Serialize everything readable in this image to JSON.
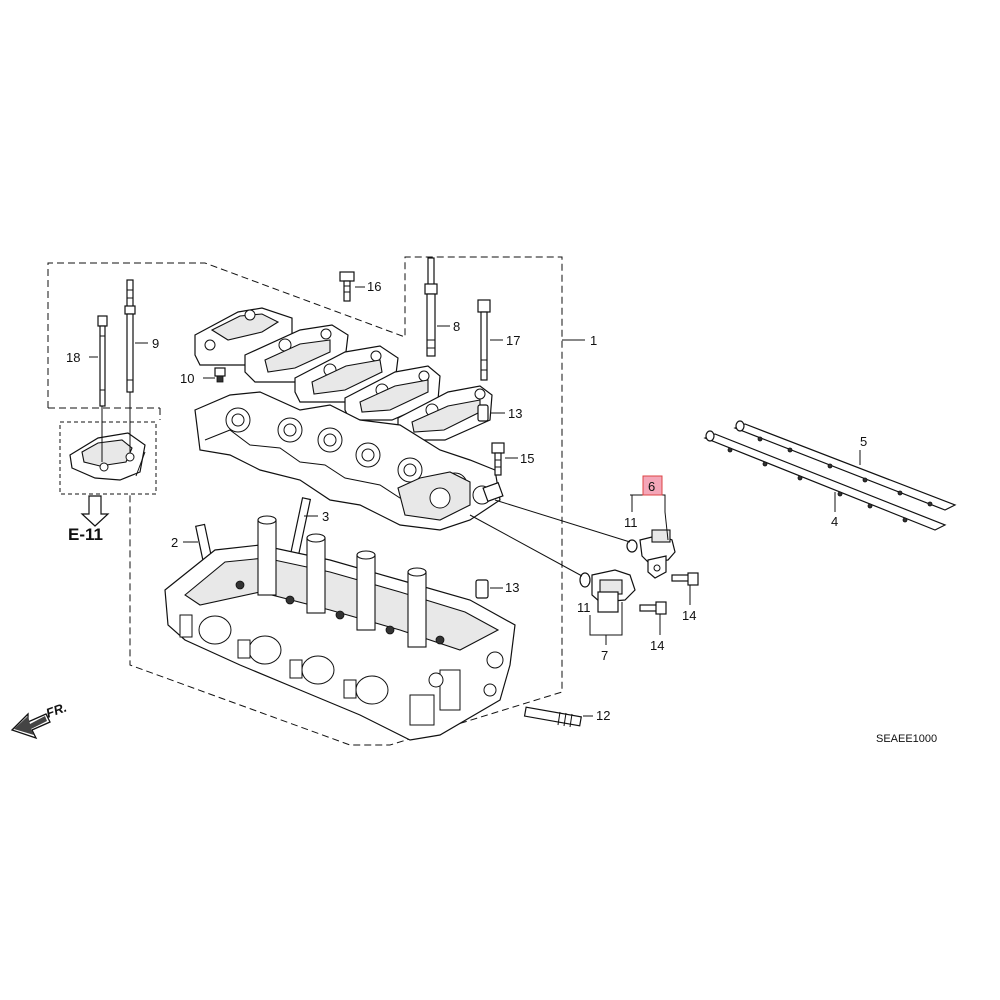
{
  "callouts": {
    "c1": "1",
    "c2": "2",
    "c3": "3",
    "c4": "4",
    "c5": "5",
    "c6": "6",
    "c7": "7",
    "c8": "8",
    "c9": "9",
    "c10": "10",
    "c11a": "11",
    "c11b": "11",
    "c12": "12",
    "c13a": "13",
    "c13b": "13",
    "c14a": "14",
    "c14b": "14",
    "c15": "15",
    "c16": "16",
    "c17": "17",
    "c18": "18"
  },
  "reference": {
    "label": "E-11"
  },
  "direction": {
    "label": "FR."
  },
  "diagram_code": "SEAEE1000",
  "colors": {
    "highlight": "#f4a6b8",
    "ink": "#111111"
  }
}
